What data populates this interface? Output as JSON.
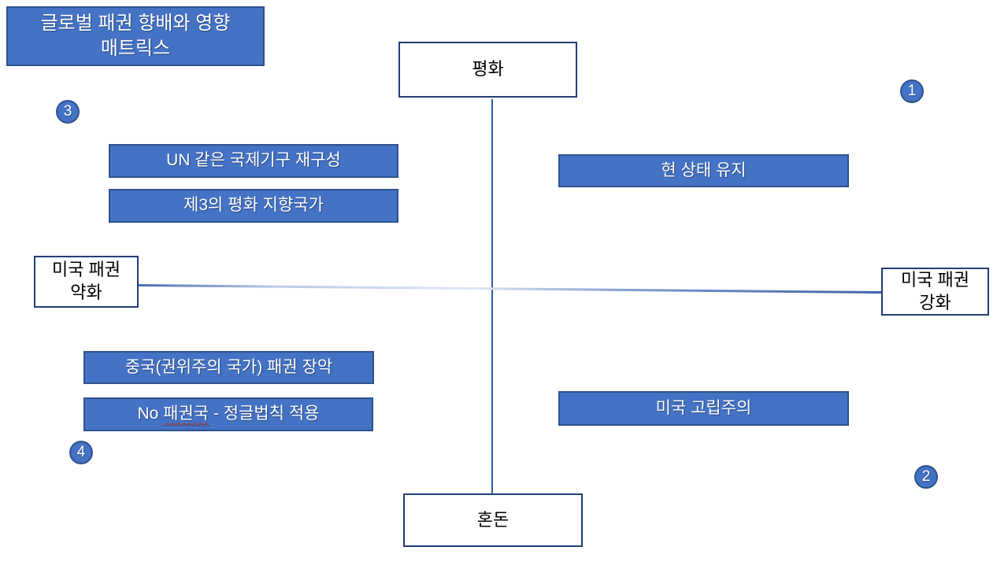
{
  "slide": {
    "title": {
      "line1": "글로벌 패권 향배와 영향",
      "line2": "매트릭스"
    },
    "axis": {
      "top": "평화",
      "bottom": "혼돈",
      "left": {
        "line1": "미국 패권",
        "line2": "약화"
      },
      "right": {
        "line1": "미국 패권",
        "line2": "강화"
      }
    },
    "quadrant_items": {
      "status_quo": "현 상태 유지",
      "us_isolation": "미국 고립주의",
      "un_reorg": "UN 같은 국제기구 재구성",
      "third_peace": "제3의 평화 지향국가",
      "china_hegemony": "중국(권위주의 국가) 패권 장악",
      "no_hegemon": {
        "prefix": "No ",
        "misspelled": "패권국",
        "suffix": " - 정글법칙 적용"
      }
    },
    "badges": {
      "one": "1",
      "two": "2",
      "three": "3",
      "four": "4"
    },
    "colors": {
      "accent_fill": "#4472C4",
      "accent_border": "#2F528F",
      "outline_border": "#223D7A",
      "axis_line": "#2E5EA2",
      "spellcheck_underline": "#C0392B"
    }
  }
}
